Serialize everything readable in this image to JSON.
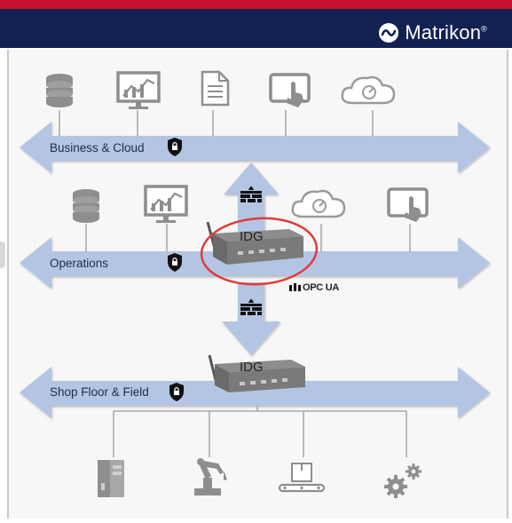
{
  "brand": {
    "name": "Matrikon",
    "trademark": "®",
    "icon": "matrikon-swirl-icon",
    "header_color": "#122151",
    "accent_color": "#c8102e"
  },
  "layers": [
    {
      "label": "Business & Cloud",
      "icons": [
        "database-icon",
        "monitor-chart-icon",
        "document-icon",
        "touch-tablet-icon",
        "cloud-icon"
      ]
    },
    {
      "label": "Operations",
      "icons": [
        "database-icon",
        "monitor-chart-icon",
        "cloud-icon",
        "touch-tablet-icon"
      ]
    },
    {
      "label": "Shop Floor & Field",
      "icons": [
        "cabinet-icon",
        "robot-arm-icon",
        "conveyor-icon",
        "gears-icon"
      ]
    }
  ],
  "devices": [
    {
      "label": "IDG"
    },
    {
      "label": "IDG"
    }
  ],
  "protocol": {
    "label": "OPC UA",
    "icon": "opc-logo-icon"
  },
  "highlight_color": "#e03c3c",
  "arrow_color": "#b4c5e4"
}
